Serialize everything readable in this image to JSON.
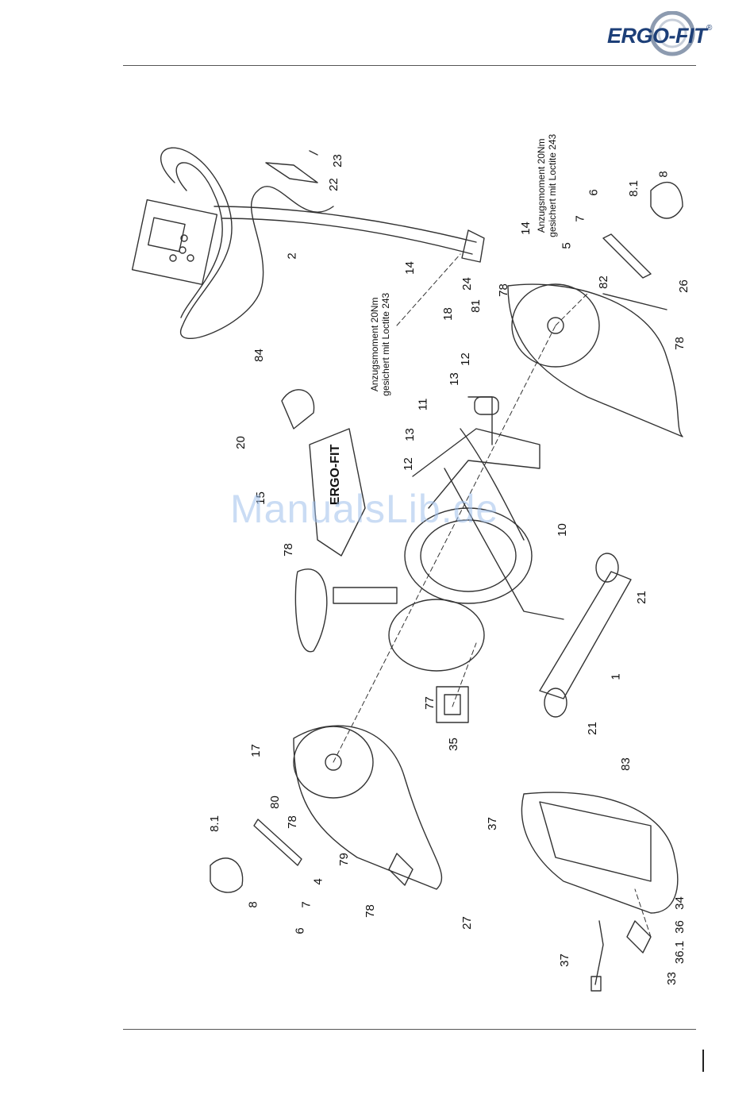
{
  "header": {
    "logo_text": "ERGO-FIT",
    "logo_mark": "®"
  },
  "watermark": "ManualsLib.de",
  "notes": {
    "torque_1_line1": "Anzugsmoment 20Nm",
    "torque_1_line2": "gesichert mit Loctite 243",
    "torque_2_line1": "Anzugsmoment 20Nm",
    "torque_2_line2": "gesichert mit Loctite 243"
  },
  "part_labels": {
    "p23": "23",
    "p22": "22",
    "p2": "2",
    "p14a": "14",
    "p14b": "14",
    "p24": "24",
    "p84": "84",
    "p20": "20",
    "p15": "15",
    "p78a": "78",
    "p12a": "12",
    "p13a": "13",
    "p11": "11",
    "p13b": "13",
    "p12b": "12",
    "p18": "18",
    "p81": "81",
    "p78b": "78",
    "p82": "82",
    "p78c": "78",
    "p26": "26",
    "p5": "5",
    "p7a": "7",
    "p6a": "6",
    "p8_1a": "8.1",
    "p8a": "8",
    "p10": "10",
    "p21a": "21",
    "p1": "1",
    "p21b": "21",
    "p77": "77",
    "p35": "35",
    "p17": "17",
    "p80": "80",
    "p78d": "78",
    "p79": "79",
    "p78e": "78",
    "p27": "27",
    "p8_1b": "8.1",
    "p8b": "8",
    "p4": "4",
    "p7b": "7",
    "p6b": "6",
    "p37a": "37",
    "p83": "83",
    "p34": "34",
    "p36": "36",
    "p36_1": "36.1",
    "p33": "33",
    "p37b": "37"
  },
  "brand_on_cover": "ERGO-FIT"
}
